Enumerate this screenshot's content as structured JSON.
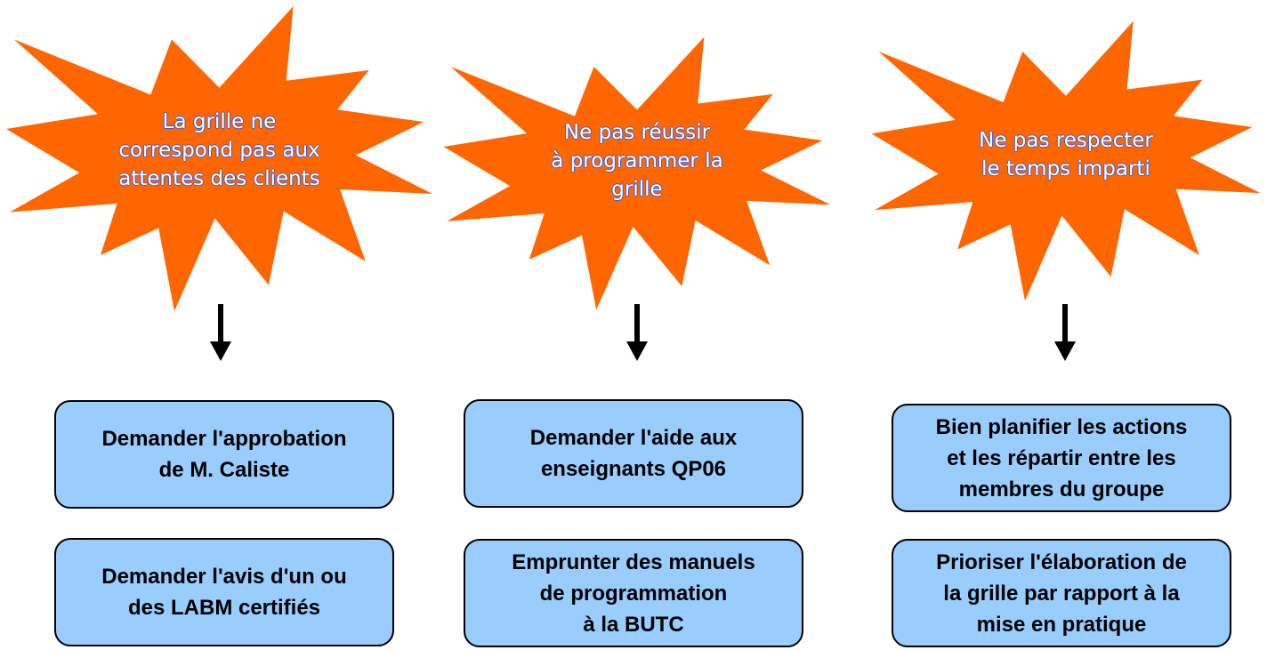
{
  "colors": {
    "star": "#ff6600",
    "box": "#99ccff"
  },
  "columns": [
    {
      "risk": [
        "La grille ne",
        "correspond pas aux",
        "attentes des clients"
      ],
      "actions": [
        [
          "Demander l'approbation",
          "de M. Caliste"
        ],
        [
          "Demander l'avis d'un ou",
          "des LABM certifiés"
        ]
      ]
    },
    {
      "risk": [
        "Ne pas réussir",
        "à programmer la",
        "grille"
      ],
      "actions": [
        [
          "Demander l'aide aux",
          "enseignants QP06"
        ],
        [
          "Emprunter des manuels",
          "de programmation",
          "à la BUTC"
        ]
      ]
    },
    {
      "risk": [
        "Ne pas respecter",
        "le temps imparti"
      ],
      "actions": [
        [
          "Bien planifier les actions",
          "et les répartir entre les",
          "membres du groupe"
        ],
        [
          "Prioriser l'élaboration de",
          "la grille par rapport à la",
          "mise en pratique"
        ]
      ]
    }
  ]
}
